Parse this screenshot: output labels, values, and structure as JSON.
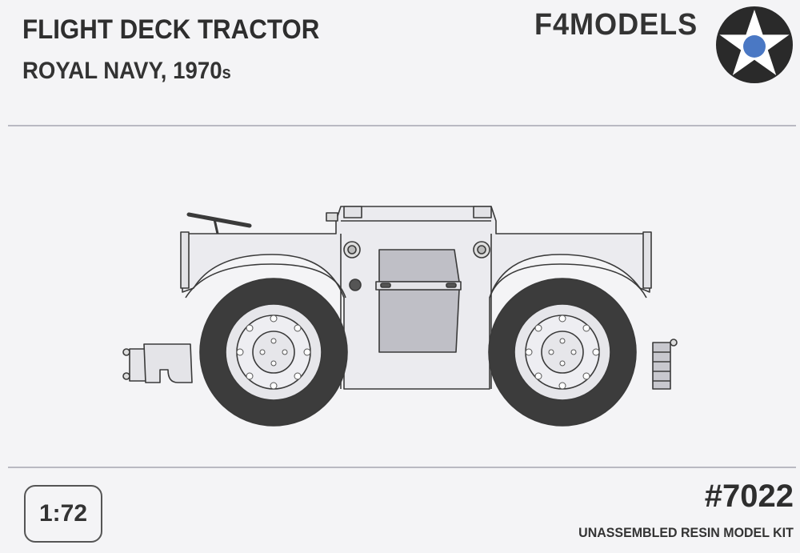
{
  "header": {
    "title": "FLIGHT DECK TRACTOR",
    "subtitle_main": "ROYAL NAVY, 1970",
    "subtitle_suffix": "s"
  },
  "brand": {
    "name": "F4MODELS",
    "roundel_icon": "star-roundel-icon",
    "colors": {
      "roundel_outer": "#2a2a2a",
      "star": "#ffffff",
      "center": "#4a78c4"
    }
  },
  "footer": {
    "scale": "1:72",
    "kit_number": "#7022",
    "kit_description": "UNASSEMBLED RESIN MODEL KIT"
  },
  "illustration": {
    "icon": "tractor-side-view-icon"
  }
}
